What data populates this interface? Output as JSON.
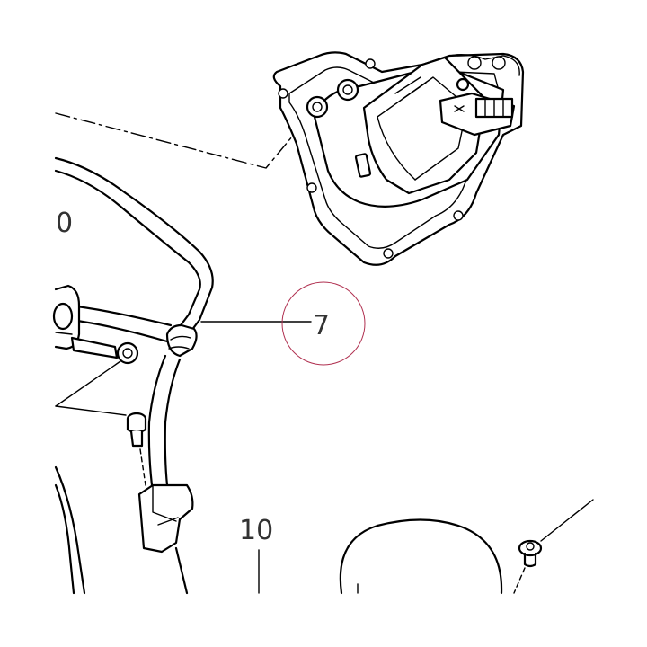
{
  "diagram": {
    "labels": {
      "part_0": "0",
      "part_7": "7",
      "part_10": "10"
    },
    "colors": {
      "line": "#000000",
      "label_text": "#333333",
      "highlight_circle": "#b03050",
      "background": "#ffffff"
    }
  }
}
